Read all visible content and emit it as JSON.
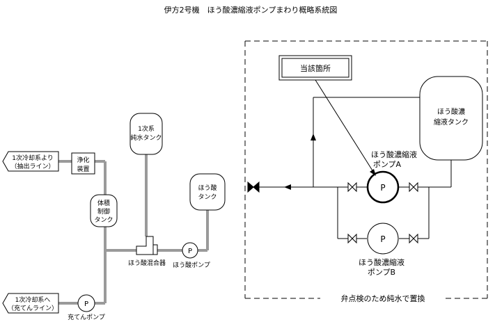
{
  "title": "伊方2号機　ほう酸濃縮液ポンプまわり概略系統図",
  "nodes": {
    "primary_coolant_from": [
      "1次冷却系より",
      "（抽出ライン）"
    ],
    "purifier": [
      "浄化",
      "装置"
    ],
    "vct": [
      "体積",
      "制御",
      "タンク"
    ],
    "pure_water_tank": [
      "1次系",
      "純水タンク"
    ],
    "boric_acid_tank": [
      "ほう酸",
      "タンク"
    ],
    "conc_tank": [
      "ほう酸濃",
      "縮液タンク"
    ],
    "pump_a": [
      "ほう酸濃縮液",
      "ポンプA"
    ],
    "pump_b": [
      "ほう酸濃縮液",
      "ポンプB"
    ],
    "mixer": "ほう酸混合器",
    "boric_pump": "ほう酸ポンプ",
    "charging_pump": "充てんポンプ",
    "primary_coolant_to": [
      "1次冷却系へ",
      "（充てんライン）"
    ],
    "pump_symbol": "P"
  },
  "callout": "当該箇所",
  "boundary_note": "弁点検のため純水で置換"
}
